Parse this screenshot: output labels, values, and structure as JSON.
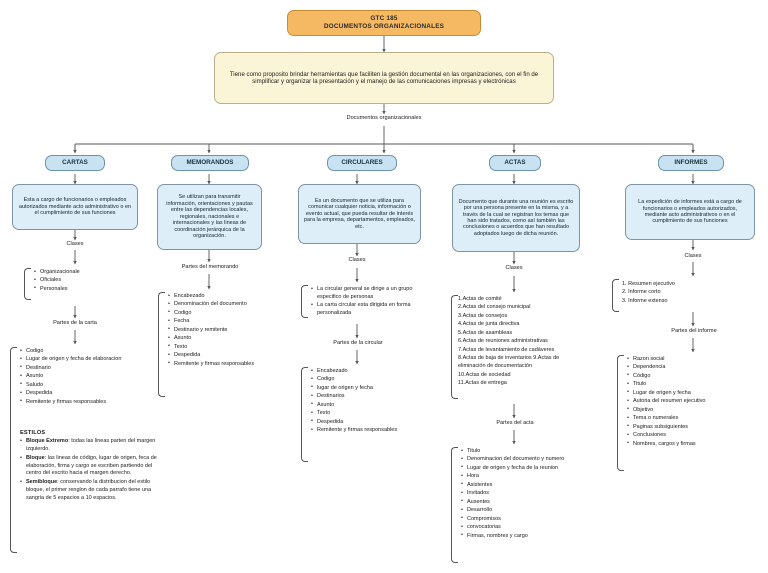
{
  "title": {
    "code": "GTC 185",
    "name": "DOCUMENTOS ORGANIZACIONALES"
  },
  "purpose": "Tiene como proposito brindar herramientas que faciliten la gestión documental en las organizaciones, con el fin de simplificar y organizar la presentación y el manejo de las comunicaciones impresas y electrónicas",
  "root_label": "Documentos organizacionales",
  "labels": {
    "clases": "Clases",
    "partes_carta": "Partes de la carta",
    "partes_memorando": "Partes del memorando",
    "partes_circular": "Partes de la circular",
    "partes_acta": "Partes del acta",
    "partes_informe": "Partes del informe",
    "estilos": "ESTILOS"
  },
  "colors": {
    "title_fill": "#f5b963",
    "purpose_fill": "#fbf5d8",
    "category_fill": "#c8e2f2",
    "definition_fill": "#ddeef8",
    "line": "#555555"
  },
  "columns": [
    {
      "key": "cartas",
      "category": "CARTAS",
      "definition": "Esta a cargo de funcionarios o empleados autorizados mediante acto administrativo o en el cumplimiento de sus funciones",
      "clases_label": "Clases",
      "clases": [
        "Organizacionale",
        "Oficiales",
        "Personales"
      ],
      "partes_label": "Partes de la carta",
      "partes": [
        "Codigo",
        "Lugar de origen y fecha de elaboracion",
        "Destinario",
        "Asunto",
        "Saludo",
        "Despedida",
        "Remitente y firmas responsables"
      ],
      "estilos_label": "ESTILOS",
      "estilos": [
        {
          "term": "Bloque Extremo",
          "text": ": todas las lineas parten del margen izquierdo."
        },
        {
          "term": "Bloque",
          "text": ":  las lineas de código, lugar de origen, feca de elaboración, firma y cargo se escriben partiendo del centro del escrito hacia el margen derecho."
        },
        {
          "term": "Semibloque",
          "text": ": conservando la distribucion del estilo bloque, el primer renglon de cada parrafo tiene una sangria de 5 espacios a 10 espacios."
        }
      ]
    },
    {
      "key": "memorandos",
      "category": "MEMORANDOS",
      "definition": "Se utilizan para transmitir información, orientaciones y pautas entre las dependencias locales, regionales, nacionales e internacionales y las lineas de coordinación jerárquica de la organización.",
      "partes_label": "Partes del memorando",
      "partes": [
        "Encabezado",
        "Denominación del documento",
        "Codigo",
        "Fecha",
        "Destinario y remitente",
        "Asunto",
        "Texto",
        "Despedida",
        "Remitente y firmas responsables"
      ]
    },
    {
      "key": "circulares",
      "category": "CIRCULARES",
      "definition": "Es un documento que se utiliza para comunicar cualquier noticia, información o evento actual, que pueda resultar de interés para la empresa, departamentos, empleados, etc.",
      "clases_label": "Clases",
      "clases": [
        "La circular general se dirige a un grupo especifico de personas",
        "La carta circular esta dirigida en forma personalizada"
      ],
      "partes_label": "Partes de la circular",
      "partes": [
        "Encabezado",
        "Codigo",
        "lugar de origen y fecha",
        "Destinarios",
        "Asunto",
        "Texto",
        "Despedida",
        "Remitente y firmas responsables"
      ]
    },
    {
      "key": "actas",
      "category": "ACTAS",
      "definition": "Documento que durante una reunión es escrito por una persona presente en la misma, y a través de la cual se registran los temas que han sido tratados, como así también las conclusiones o acuerdos que han resultado adoptados luego de dicha reunión.",
      "clases_label": "Clases",
      "clases": [
        "1.Actas de comité",
        "2.Actas del consejo municipal",
        "3.Actas de consejos",
        "4.Actas de junta directiva",
        "5.Actas de asambleas",
        "6.Actas de reuniones administrativas",
        "7.Actas de levantamiento de cadáveres",
        "8.Actas de baja de inventarios 9.Actas de eliminación de documentación",
        "10.Actas de sociedad",
        "11.Actas de entrega"
      ],
      "partes_label": "Partes del acta",
      "partes": [
        "Titulo",
        "Denominacion del documento y numero",
        " Lugar de origen y fecha de la reunion",
        " Hora",
        " Asistentes",
        "Invitados",
        "Ausentes",
        "Desarrollo",
        "Compromisos",
        "convocatorias",
        "Firmas, nombres y cargo"
      ]
    },
    {
      "key": "informes",
      "category": "INFORMES",
      "definition": "La expedición de informes está a cargo de funcionarios o empleados autorizados, mediante acto administrativos o en el cumplimiento de sus funciones",
      "clases_label": "Clases",
      "clases": [
        "1. Resumen ejecutivo",
        "2. Informe corto",
        "3. Informe extenso"
      ],
      "partes_label": "Partes del informe",
      "partes": [
        "Razon social",
        "Dependencia",
        "Código",
        "Titulo",
        "Lugar de origen y fecha",
        "Autoria del resumen ejecutivo",
        "Objetivo",
        "Tema o numerales",
        "Paginas subsiguientes",
        "Conclusiones",
        "Nombres, cargos y firmas"
      ]
    }
  ]
}
